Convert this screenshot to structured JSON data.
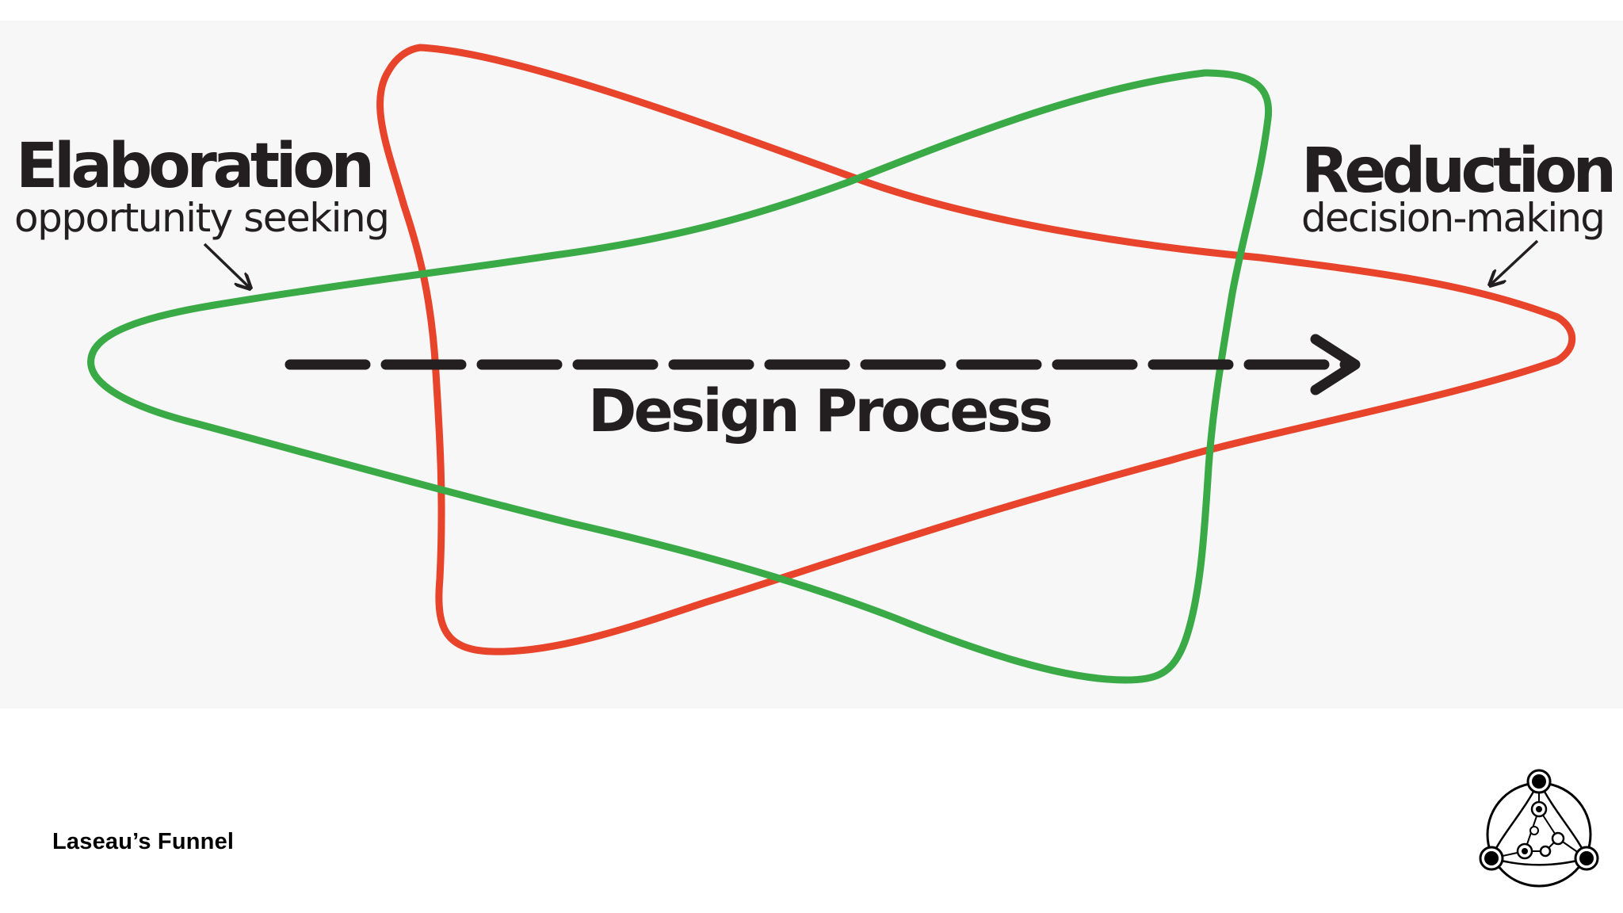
{
  "diagram": {
    "elaboration": {
      "title": "Elaboration",
      "subtitle": "opportunity seeking",
      "color": "#3aaa46"
    },
    "reduction": {
      "title": "Reduction",
      "subtitle": "decision-making",
      "color": "#e8432b"
    },
    "process_label": "Design Process"
  },
  "caption": "Laseau’s Funnel",
  "logo_icon": "network-circle-logo-icon"
}
